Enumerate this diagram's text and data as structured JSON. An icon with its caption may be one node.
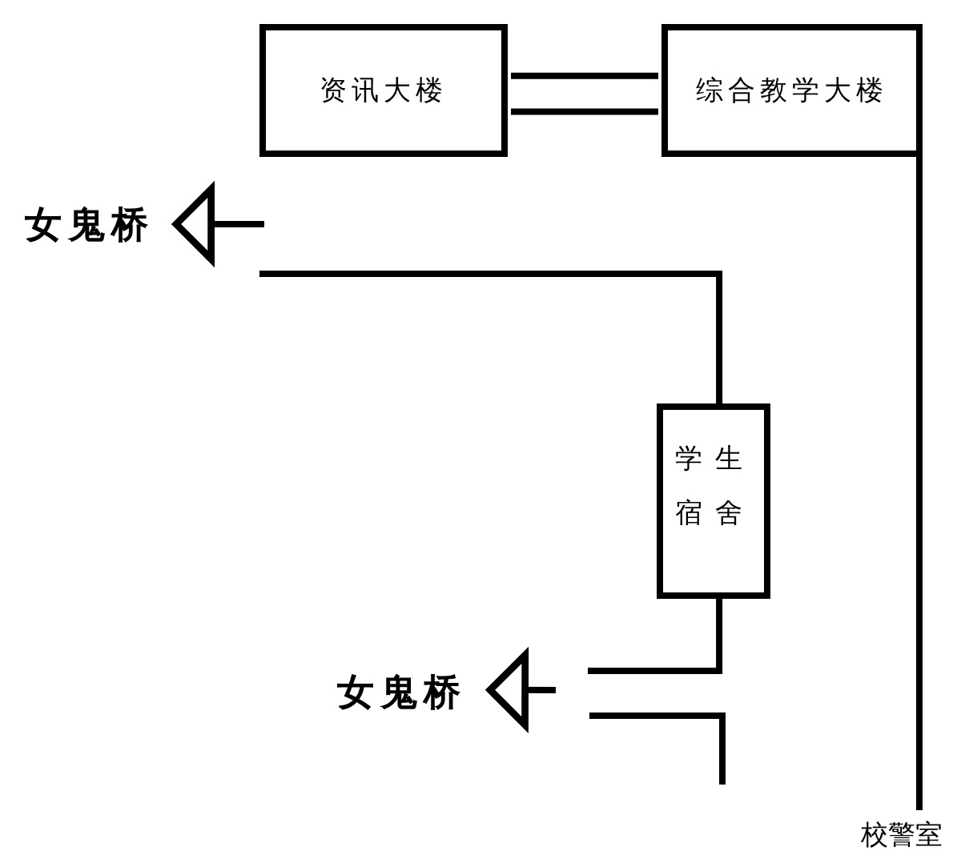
{
  "diagram": {
    "nodes": [
      {
        "text": [
          "资讯大楼"
        ]
      },
      {
        "text": [
          "综合教学大楼"
        ]
      },
      {
        "text": [
          "女鬼桥"
        ]
      },
      {
        "text": [
          "学生宿舍"
        ]
      },
      {
        "text": [
          "女鬼桥"
        ]
      },
      {
        "text": [
          "校警室"
        ]
      }
    ],
    "edges": [
      {
        "from": 0,
        "to": 1,
        "arrow": "none"
      },
      {
        "from": 1,
        "to": 5,
        "arrow": "none"
      },
      {
        "from": null,
        "to": 2,
        "arrow": "to"
      },
      {
        "from": 3,
        "to": null,
        "arrow": "none"
      },
      {
        "from": 3,
        "to": null,
        "arrow": "none"
      },
      {
        "from": null,
        "to": 4,
        "arrow": "to"
      }
    ]
  }
}
